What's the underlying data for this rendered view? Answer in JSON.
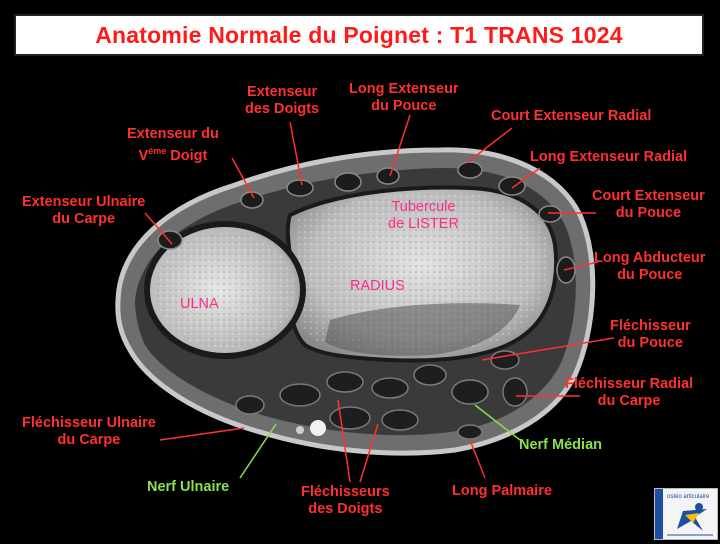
{
  "title": "Anatomie Normale du Poignet : T1 TRANS 1024",
  "labels": {
    "extenseur_doigts": [
      "Extenseur",
      "des Doigts"
    ],
    "long_extenseur_pouce": [
      "Long Extenseur",
      "du Pouce"
    ],
    "court_extenseur_radial": "Court Extenseur Radial",
    "long_extenseur_radial": "Long Extenseur Radial",
    "court_extenseur_pouce": [
      "Court Extenseur",
      "du Pouce"
    ],
    "long_abducteur_pouce": [
      "Long Abducteur",
      "du Pouce"
    ],
    "extenseur_v_doigt": [
      "Extenseur du",
      "V",
      "éme",
      "Doigt"
    ],
    "extenseur_ulnaire_carpe": [
      "Extenseur Ulnaire",
      "du Carpe"
    ],
    "flechisseur_pouce": [
      "Fléchisseur",
      "du Pouce"
    ],
    "flechisseur_radial_carpe": [
      "Fléchisseur Radial",
      "du Carpe"
    ],
    "flechisseur_ulnaire_carpe": [
      "Fléchisseur Ulnaire",
      "du Carpe"
    ],
    "nerf_median": "Nerf Médian",
    "nerf_ulnaire": "Nerf Ulnaire",
    "flechisseurs_doigts": [
      "Fléchisseurs",
      "des Doigts"
    ],
    "long_palmaire": "Long Palmaire",
    "tubercule_lister": [
      "Tubercule",
      "de LISTER"
    ],
    "radius": "RADIUS",
    "ulna": "ULNA"
  },
  "logo_text": "ostéo articulaire",
  "colors": {
    "label_red": "#ff3030",
    "label_green": "#8be04e",
    "bone_label": "#ff2b8a",
    "title": "#ff1a1a"
  }
}
